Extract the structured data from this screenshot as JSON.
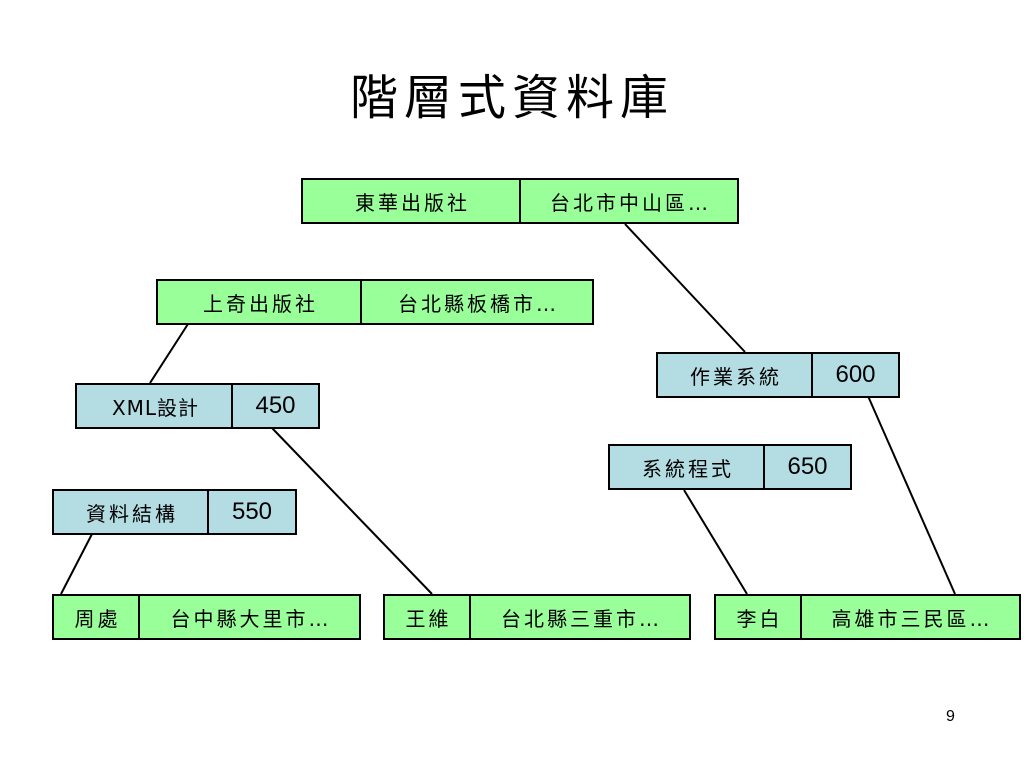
{
  "slide": {
    "title": "階層式資料庫",
    "page_number": "9"
  },
  "records": {
    "dongwa": [
      "東華出版社",
      "台北市中山區…"
    ],
    "shangqi": [
      "上奇出版社",
      "台北縣板橋市…"
    ],
    "os": [
      "作業系統",
      "600"
    ],
    "xml": [
      "XML設計",
      "450"
    ],
    "sysprog": [
      "系統程式",
      "650"
    ],
    "ds": [
      "資料結構",
      "550"
    ],
    "zhouchu": [
      "周處",
      "台中縣大里市…"
    ],
    "wangwei": [
      "王維",
      "台北縣三重市…"
    ],
    "libai": [
      "李白",
      "高雄市三民區…"
    ]
  },
  "colors": {
    "publisher_fill": "#99ff99",
    "book_fill": "#b3dde3"
  }
}
